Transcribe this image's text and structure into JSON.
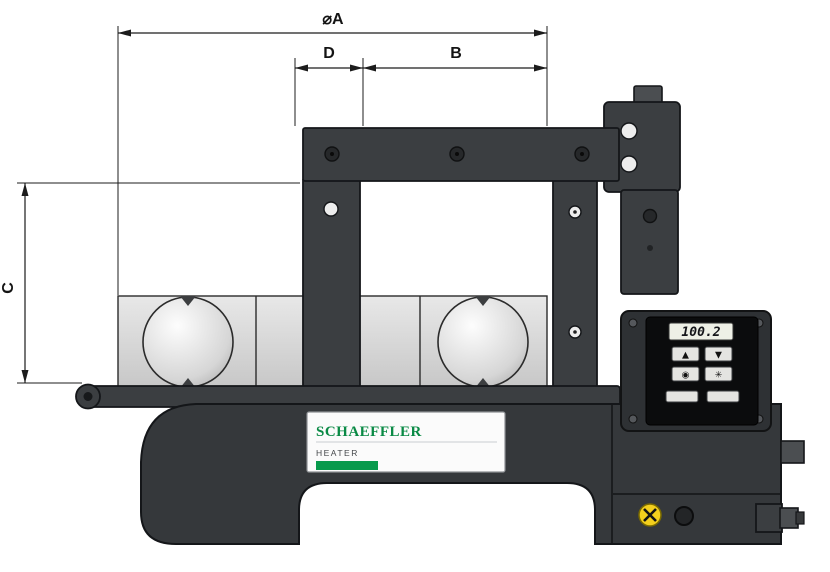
{
  "drawing": {
    "kind": "technical-dimension-drawing",
    "dimensions": {
      "a_label": "⌀A",
      "d_label": "D",
      "b_label": "B",
      "c_label": "C"
    }
  },
  "device": {
    "brand": "SCHAEFFLER",
    "product": "HEATER",
    "display_value": "100.2",
    "controls": {
      "up": "▲",
      "down": "▼",
      "probe": "◉",
      "mode": "✳",
      "soft_left": "",
      "soft_right": ""
    }
  },
  "colors": {
    "brand_green": "#0a8a45",
    "green_bar": "#089a4c",
    "body_dark": "#3b3e41",
    "base_dark": "#35383b",
    "warning_yellow": "#f3cf1d"
  }
}
